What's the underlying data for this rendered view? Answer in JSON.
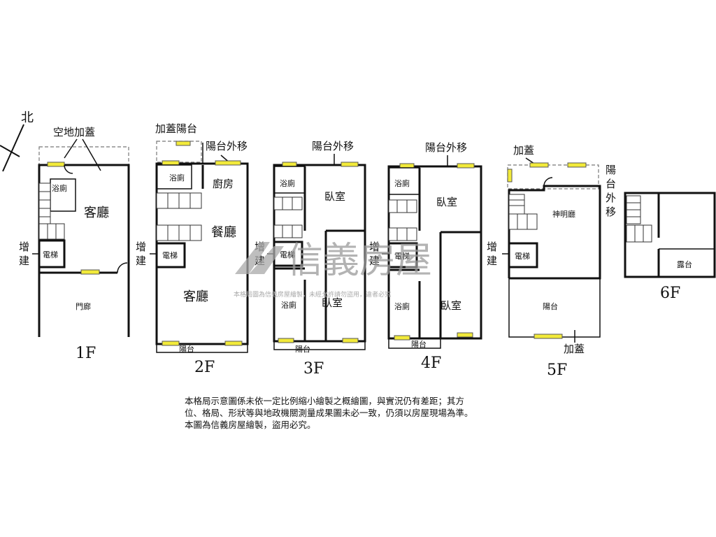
{
  "compass": {
    "north": "北"
  },
  "watermark": {
    "brand": "信義房屋",
    "notice": "本格局圖為信義房屋繪製，未經允許請勿盜用，違者必究"
  },
  "floors": {
    "f1": {
      "title": "1F",
      "annotation": "空地加蓋",
      "living": "客廳",
      "bath": "浴廁",
      "elevator": "電梯",
      "extension": [
        "增",
        "建"
      ],
      "porch": "門廊"
    },
    "f2": {
      "title": "2F",
      "annotation_top": "加蓋陽台",
      "annotation_balcony": "陽台外移",
      "bath": "浴廁",
      "kitchen": "廚房",
      "dining": "餐廳",
      "living": "客廳",
      "elevator": "電梯",
      "extension": [
        "增",
        "建"
      ],
      "balcony": "陽台"
    },
    "f3": {
      "title": "3F",
      "annotation": "陽台外移",
      "bath_top": "浴廁",
      "bedroom_top": "臥室",
      "elevator": "電梯",
      "extension": [
        "增",
        "建"
      ],
      "bath_bottom": "浴廁",
      "bedroom_bottom": "臥室",
      "balcony": "陽台"
    },
    "f4": {
      "title": "4F",
      "annotation": "陽台外移",
      "bath_top": "浴廁",
      "bedroom_top": "臥室",
      "elevator": "電梯",
      "extension": [
        "增",
        "建"
      ],
      "bath_bottom": "浴廁",
      "bedroom_bottom": "臥室",
      "balcony": "陽台"
    },
    "f5": {
      "title": "5F",
      "annotation_top": "加蓋",
      "annotation_side": [
        "陽",
        "台",
        "外",
        "移"
      ],
      "shrine": "神明廳",
      "elevator": "電梯",
      "extension": [
        "增",
        "建"
      ],
      "balcony": "陽台",
      "annotation_bottom": "加蓋"
    },
    "f6": {
      "title": "6F",
      "terrace": "露台"
    }
  },
  "disclaimer": [
    "本格局示意圖係未依一定比例縮小繪製之概繪圖，與實況仍有差距；其方",
    "位、格局、形狀等與地政機關測量成果圖未必一致，仍須以房屋現場為準。",
    "本圖為信義房屋繪製，盜用必究。"
  ]
}
